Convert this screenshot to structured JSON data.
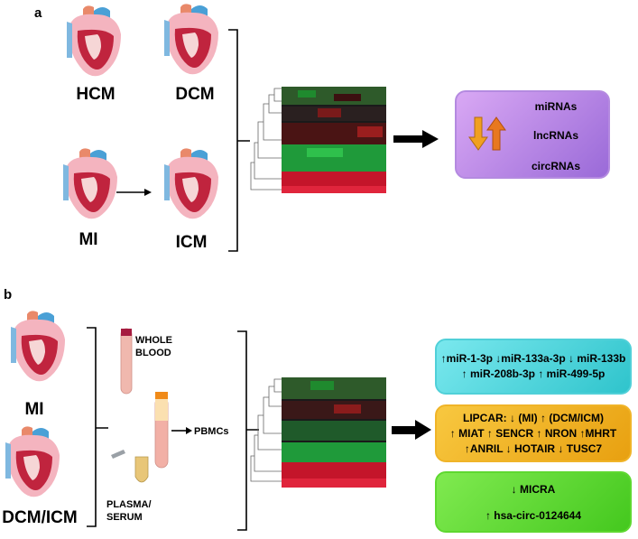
{
  "panel_a": {
    "letter": "a",
    "hearts": [
      "HCM",
      "DCM",
      "MI",
      "ICM"
    ],
    "ncrna_box": {
      "items": [
        "miRNAs",
        "lncRNAs",
        "circRNAs"
      ],
      "color": "#b07ce6"
    }
  },
  "panel_b": {
    "letter": "b",
    "hearts": [
      "MI",
      "DCM/ICM"
    ],
    "whole_blood": "WHOLE\nBLOOD",
    "plasma_serum": "PLASMA/\nSERUM",
    "pbmcs": "PBMCs",
    "mirna_box": {
      "line1": "↑miR-1-3p ↓miR-133a-3p ↓ miR-133b",
      "line2": "↑ miR-208b-3p ↑ miR-499-5p",
      "color": "#4fd6dc"
    },
    "lncrna_box": {
      "line1": "LIPCAR: ↓ (MI) ↑ (DCM/ICM)",
      "line2": "↑ MIAT  ↑ SENCR ↑ NRON ↑MHRT",
      "line3": "↑ANRIL ↓ HOTAIR ↓ TUSC7",
      "color": "#f2b418"
    },
    "circrna_box": {
      "line1": "↓ MICRA",
      "line2": "↑ hsa-circ-0124644",
      "color": "#5fdc2e"
    }
  }
}
